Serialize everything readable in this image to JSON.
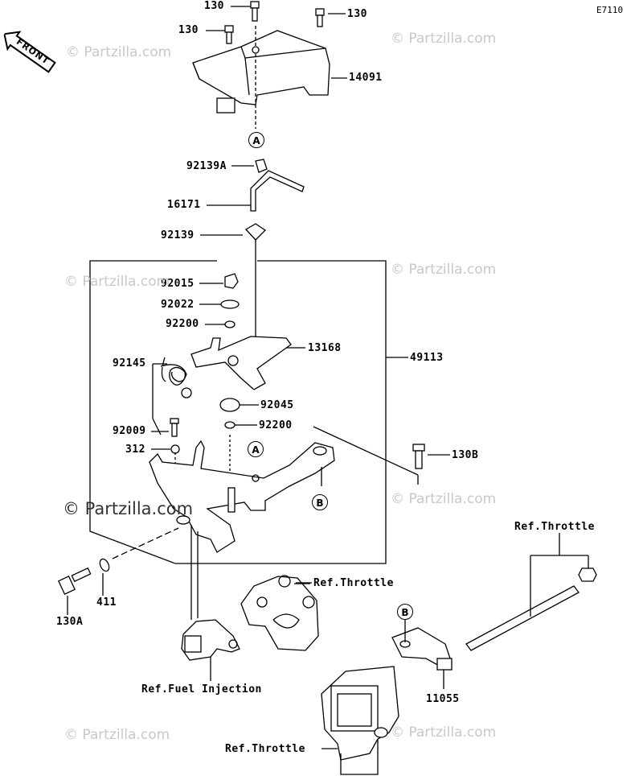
{
  "diagram_code": "E7110",
  "front_label": "FRONT",
  "watermark_text": "© Partzilla.com",
  "callouts": {
    "a_top": "A",
    "a_mid": "A",
    "b_mid": "B",
    "b_low": "B"
  },
  "labels": {
    "p130_1": "130",
    "p130_2": "130",
    "p130_3": "130",
    "p14091": "14091",
    "p92139a": "92139A",
    "p16171": "16171",
    "p92139": "92139",
    "p92015": "92015",
    "p92022": "92022",
    "p92200a": "92200",
    "p13168": "13168",
    "p49113": "49113",
    "p92145": "92145",
    "p92045": "92045",
    "p92009": "92009",
    "p92200b": "92200",
    "p312": "312",
    "p130b": "130B",
    "p411": "411",
    "p130a": "130A",
    "ref_throttle_1": "Ref.Throttle",
    "ref_throttle_2": "Ref.Throttle",
    "ref_throttle_3": "Ref.Throttle",
    "ref_fuel": "Ref.Fuel Injection",
    "p11055": "11055"
  }
}
